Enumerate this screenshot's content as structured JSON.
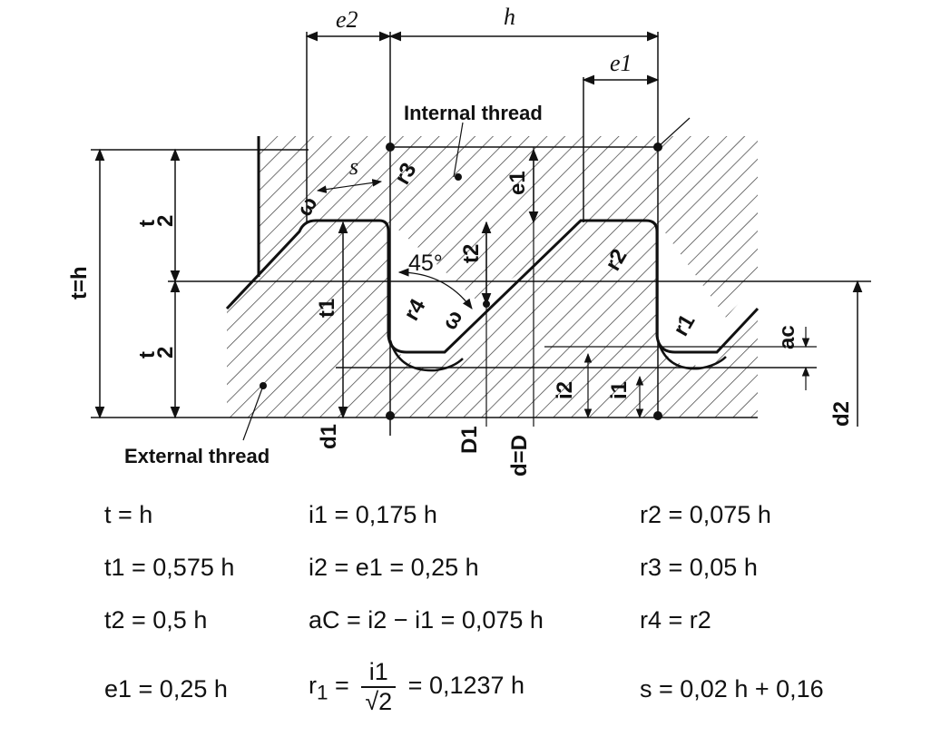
{
  "labels": {
    "internal": "Internal thread",
    "external": "External thread"
  },
  "dims": {
    "e2": "e2",
    "h": "h",
    "e1": "e1",
    "s": "s",
    "t_eq_h": "t=h",
    "t_half": "t",
    "two": "2",
    "t1": "t1",
    "t2": "t2",
    "d1": "d1",
    "D1": "D1",
    "d_eq_D": "d=D",
    "d2": "d2",
    "r1": "r1",
    "r2": "r2",
    "r3": "r3",
    "r4": "r4",
    "i1": "i1",
    "i2": "i2",
    "ac": "ac",
    "angle45": "45°",
    "omega": "ω"
  },
  "formulas": {
    "col1": [
      "t = h",
      "t1 = 0,575 h",
      "t2 = 0,5 h",
      "e1 = 0,25 h"
    ],
    "col2": [
      "i1 = 0,175 h",
      "i2 = e1 = 0,25 h",
      "aC = i2 − i1 = 0,075 h",
      "r1 = i1/√2 = 0,1237 h"
    ],
    "col3": [
      "r2 = 0,075 h",
      "r3 = 0,05 h",
      "r4 = r2",
      "s = 0,02 h + 0,16"
    ]
  },
  "formula_parts": {
    "r1_num": "i1",
    "r1_den": "√2",
    "r1_rhs": "= 0,1237 h"
  }
}
